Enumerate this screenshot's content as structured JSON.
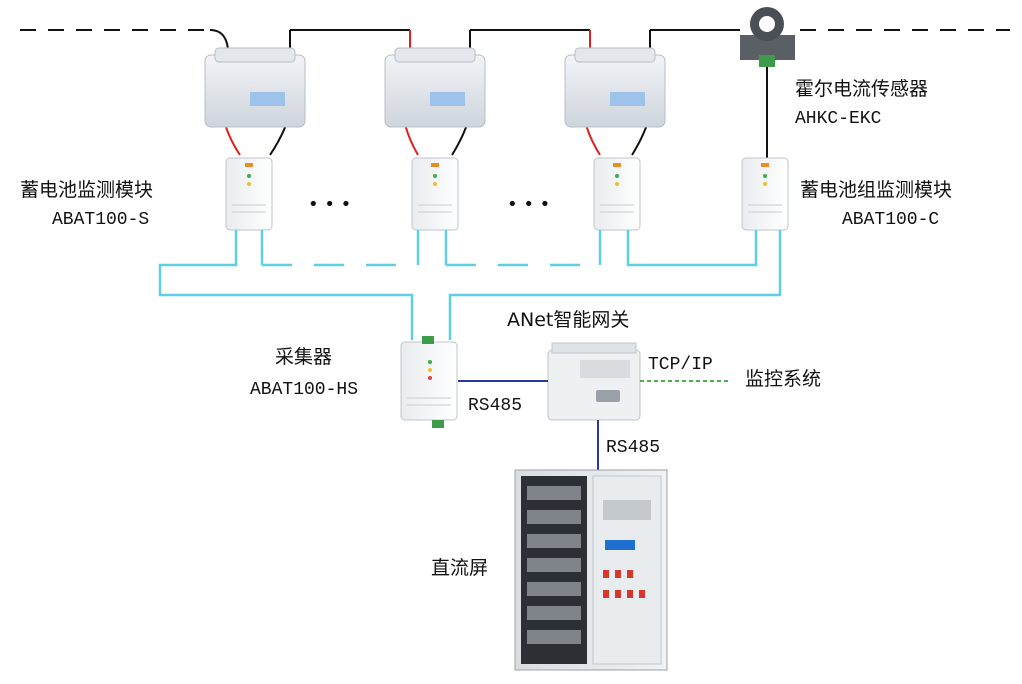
{
  "labels": {
    "battery_module_name": "蓄电池监测模块",
    "battery_module_model": "ABAT100-S",
    "group_module_name": "蓄电池组监测模块",
    "group_module_model": "ABAT100-C",
    "sensor_name": "霍尔电流传感器",
    "sensor_model": "AHKC-EKC",
    "collector_name": "采集器",
    "collector_model": "ABAT100-HS",
    "gateway_name": "ANet智能网关",
    "link_collector_gateway": "RS485",
    "link_gateway_cabinet": "RS485",
    "link_gateway_monitor": "TCP/IP",
    "monitor_system": "监控系统",
    "dc_cabinet": "直流屏",
    "ellipsis": "• • •"
  },
  "colors": {
    "rs485_bus": "#5fd0e2",
    "rs485_link": "#2b3a9a",
    "tcpip_link": "#4caf50",
    "battery_cable_pos": "#e02020",
    "battery_cable_neg": "#111111"
  }
}
